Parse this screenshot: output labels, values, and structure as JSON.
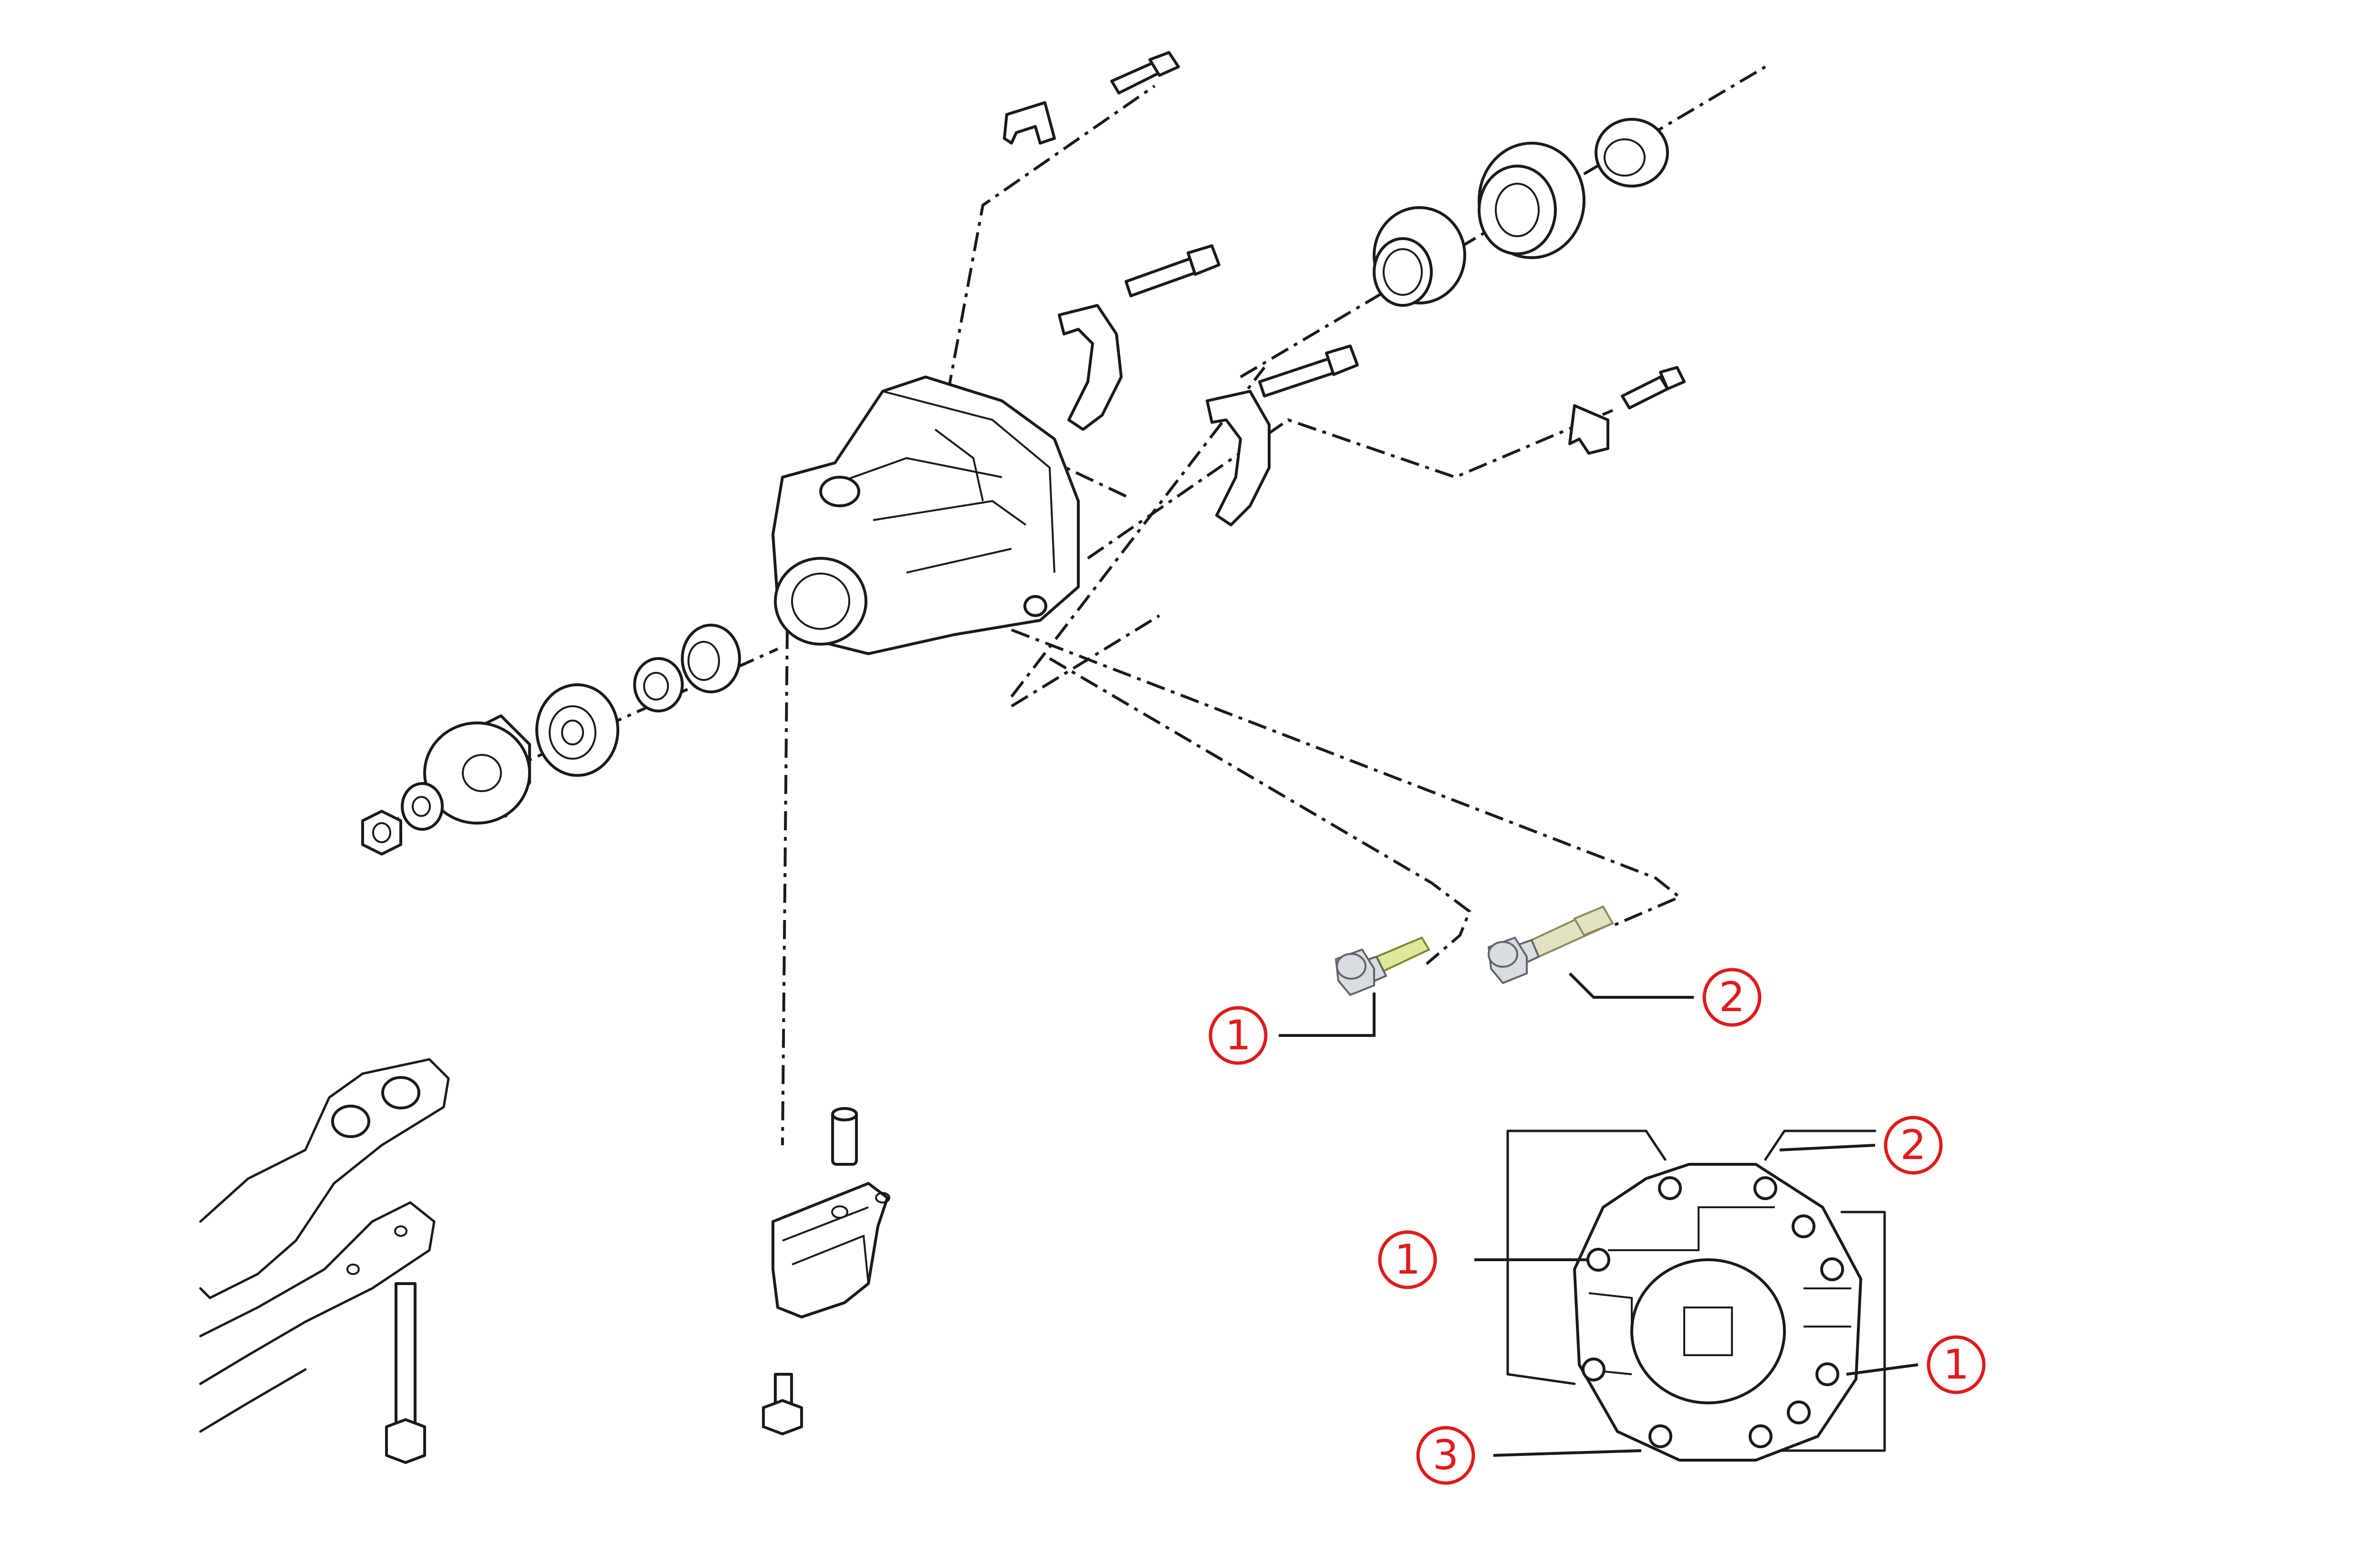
{
  "callouts": {
    "bolt_1": "1",
    "bolt_2": "2",
    "cover_top_right": "2",
    "cover_left": "1",
    "cover_right": "1",
    "cover_bottom_left": "3"
  },
  "colors": {
    "callout": "#e01b1b",
    "linework": "#1a1a1a",
    "bolt_1_thread": "#dfe79a",
    "bolt_2_thread": "#e2e2c0"
  }
}
